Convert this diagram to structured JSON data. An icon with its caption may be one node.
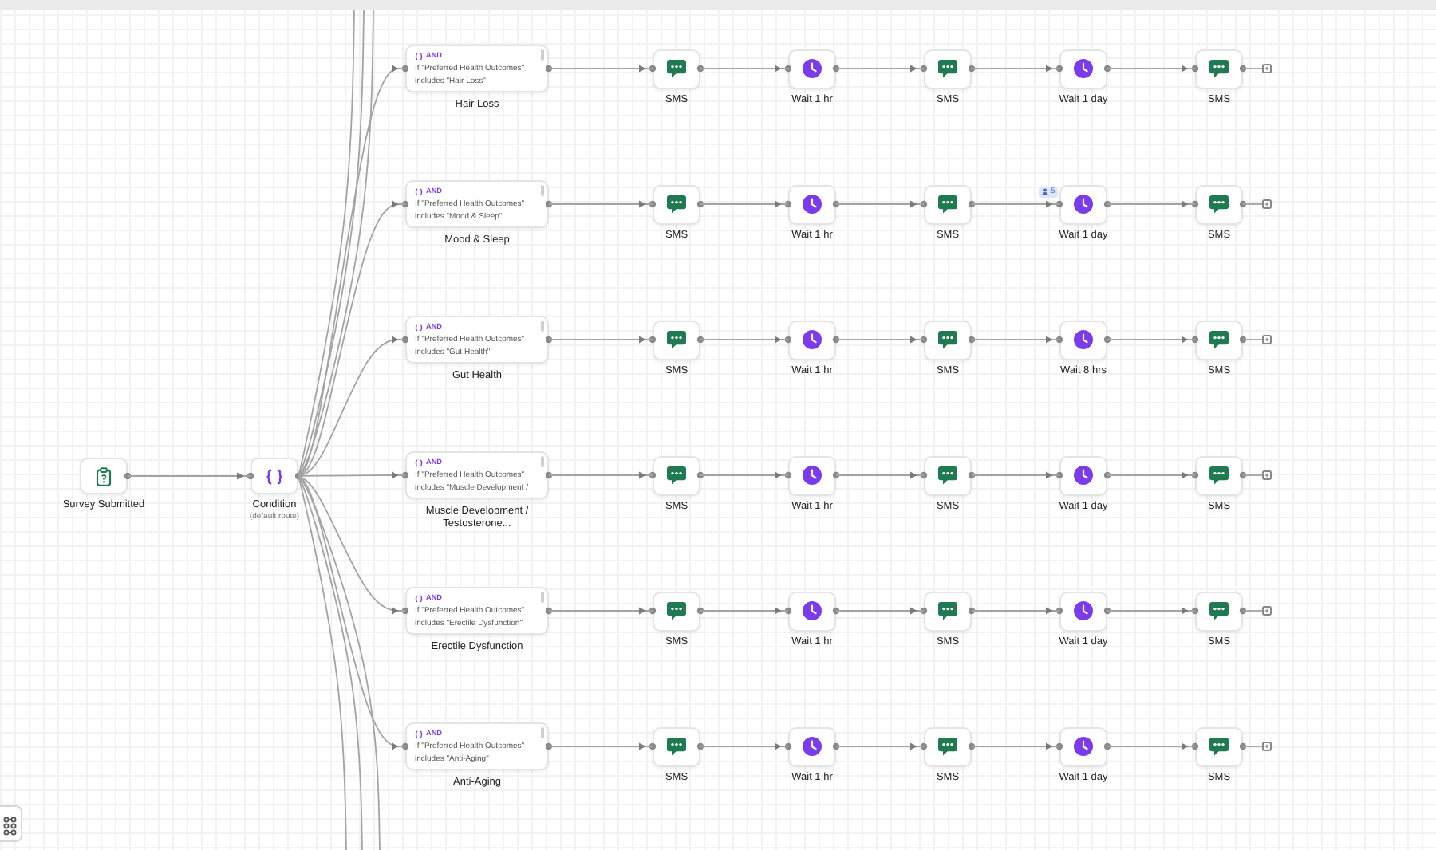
{
  "diagram": {
    "nodes": [
      {
        "text": [
          "Survey Submitted"
        ]
      },
      {
        "text": [
          "Condition",
          "(default route)"
        ]
      },
      {
        "text": [
          "AND",
          "If \"Preferred Health Outcomes\" includes \"Hair Loss\"",
          "Hair Loss"
        ]
      },
      {
        "text": [
          "SMS"
        ]
      },
      {
        "text": [
          "Wait 1 hr"
        ]
      },
      {
        "text": [
          "SMS"
        ]
      },
      {
        "text": [
          "Wait 1 day"
        ]
      },
      {
        "text": [
          "SMS"
        ]
      },
      {
        "text": [],
        "shape": "box"
      },
      {
        "text": [
          "AND",
          "If \"Preferred Health Outcomes\" includes \"Mood & Sleep\"",
          "Mood & Sleep"
        ]
      },
      {
        "text": [
          "SMS"
        ]
      },
      {
        "text": [
          "Wait 1 hr"
        ]
      },
      {
        "text": [
          "SMS"
        ]
      },
      {
        "text": [
          "Wait 1 day"
        ],
        "beside": [
          "5"
        ]
      },
      {
        "text": [
          "SMS"
        ]
      },
      {
        "text": [],
        "shape": "box"
      },
      {
        "text": [
          "AND",
          "If \"Preferred Health Outcomes\" includes \"Gut Health\"",
          "Gut Health"
        ]
      },
      {
        "text": [
          "SMS"
        ]
      },
      {
        "text": [
          "Wait 1 hr"
        ]
      },
      {
        "text": [
          "SMS"
        ]
      },
      {
        "text": [
          "Wait 8 hrs"
        ]
      },
      {
        "text": [
          "SMS"
        ]
      },
      {
        "text": [],
        "shape": "box"
      },
      {
        "text": [
          "AND",
          "If \"Preferred Health Outcomes\" includes \"Muscle Development /",
          "Muscle Development / Testosterone..."
        ]
      },
      {
        "text": [
          "SMS"
        ]
      },
      {
        "text": [
          "Wait 1 hr"
        ]
      },
      {
        "text": [
          "SMS"
        ]
      },
      {
        "text": [
          "Wait 1 day"
        ]
      },
      {
        "text": [
          "SMS"
        ]
      },
      {
        "text": [],
        "shape": "box"
      },
      {
        "text": [
          "AND",
          "If \"Preferred Health Outcomes\" includes \"Erectile Dysfunction\"",
          "Erectile Dysfunction"
        ]
      },
      {
        "text": [
          "SMS"
        ]
      },
      {
        "text": [
          "Wait 1 hr"
        ]
      },
      {
        "text": [
          "SMS"
        ]
      },
      {
        "text": [
          "Wait 1 day"
        ]
      },
      {
        "text": [
          "SMS"
        ]
      },
      {
        "text": [],
        "shape": "box"
      },
      {
        "text": [
          "AND",
          "If \"Preferred Health Outcomes\" includes \"Anti-Aging\"",
          "Anti-Aging"
        ]
      },
      {
        "text": [
          "SMS"
        ]
      },
      {
        "text": [
          "Wait 1 hr"
        ]
      },
      {
        "text": [
          "SMS"
        ]
      },
      {
        "text": [
          "Wait 1 day"
        ]
      },
      {
        "text": [
          "SMS"
        ]
      },
      {
        "text": [],
        "shape": "box"
      }
    ],
    "edges": [
      {
        "from": 0,
        "to": 1,
        "arrow": "to"
      },
      {
        "from": 1,
        "to": null,
        "arrow": "none"
      },
      {
        "from": 1,
        "to": null,
        "arrow": "none"
      },
      {
        "from": 1,
        "to": null,
        "arrow": "none"
      },
      {
        "from": 1,
        "to": 2,
        "arrow": "to"
      },
      {
        "from": 1,
        "to": 9,
        "arrow": "to"
      },
      {
        "from": 1,
        "to": 16,
        "arrow": "to"
      },
      {
        "from": 1,
        "to": 23,
        "arrow": "to"
      },
      {
        "from": 1,
        "to": 30,
        "arrow": "to"
      },
      {
        "from": 1,
        "to": 37,
        "arrow": "to"
      },
      {
        "from": 1,
        "to": null,
        "arrow": "none"
      },
      {
        "from": 1,
        "to": null,
        "arrow": "none"
      },
      {
        "from": 1,
        "to": null,
        "arrow": "none"
      },
      {
        "from": 2,
        "to": 3,
        "arrow": "to"
      },
      {
        "from": 3,
        "to": 4,
        "arrow": "to"
      },
      {
        "from": 4,
        "to": 5,
        "arrow": "to"
      },
      {
        "from": 5,
        "to": 6,
        "arrow": "to"
      },
      {
        "from": 6,
        "to": 7,
        "arrow": "to"
      },
      {
        "from": 7,
        "to": 8,
        "arrow": "none"
      },
      {
        "from": 9,
        "to": 10,
        "arrow": "to"
      },
      {
        "from": 10,
        "to": 11,
        "arrow": "to"
      },
      {
        "from": 11,
        "to": 12,
        "arrow": "to"
      },
      {
        "from": 12,
        "to": 13,
        "arrow": "to"
      },
      {
        "from": 13,
        "to": 14,
        "arrow": "to"
      },
      {
        "from": 14,
        "to": 15,
        "arrow": "none"
      },
      {
        "from": 16,
        "to": 17,
        "arrow": "to"
      },
      {
        "from": 17,
        "to": 18,
        "arrow": "to"
      },
      {
        "from": 18,
        "to": 19,
        "arrow": "to"
      },
      {
        "from": 19,
        "to": 20,
        "arrow": "to"
      },
      {
        "from": 20,
        "to": 21,
        "arrow": "to"
      },
      {
        "from": 21,
        "to": 22,
        "arrow": "none"
      },
      {
        "from": 23,
        "to": 24,
        "arrow": "to"
      },
      {
        "from": 24,
        "to": 25,
        "arrow": "to"
      },
      {
        "from": 25,
        "to": 26,
        "arrow": "to"
      },
      {
        "from": 26,
        "to": 27,
        "arrow": "to"
      },
      {
        "from": 27,
        "to": 28,
        "arrow": "to"
      },
      {
        "from": 28,
        "to": 29,
        "arrow": "none"
      },
      {
        "from": 30,
        "to": 31,
        "arrow": "to"
      },
      {
        "from": 31,
        "to": 32,
        "arrow": "to"
      },
      {
        "from": 32,
        "to": 33,
        "arrow": "to"
      },
      {
        "from": 33,
        "to": 34,
        "arrow": "to"
      },
      {
        "from": 34,
        "to": 35,
        "arrow": "to"
      },
      {
        "from": 35,
        "to": 36,
        "arrow": "none"
      },
      {
        "from": 37,
        "to": 38,
        "arrow": "to"
      },
      {
        "from": 38,
        "to": 39,
        "arrow": "to"
      },
      {
        "from": 39,
        "to": 40,
        "arrow": "to"
      },
      {
        "from": 40,
        "to": 41,
        "arrow": "to"
      },
      {
        "from": 41,
        "to": 42,
        "arrow": "to"
      },
      {
        "from": 42,
        "to": 43,
        "arrow": "none"
      }
    ]
  }
}
